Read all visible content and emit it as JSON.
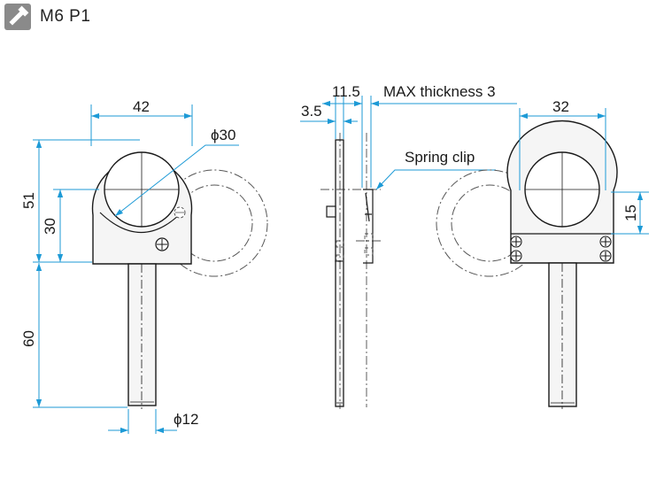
{
  "header": {
    "title": "M6 P1",
    "icon": "screw-icon"
  },
  "colors": {
    "outline": "#1a1a1a",
    "body_fill": "#f5f5f5",
    "hole_fill": "#ffffff",
    "dimension": "#1d9ad6",
    "ghost": "#555555"
  },
  "dimensions": {
    "width_42": "42",
    "bore_diameter": "ϕ30",
    "height_51": "51",
    "height_30": "30",
    "length_60": "60",
    "rod_diameter": "ϕ12",
    "side_11_5": "11.5",
    "max_thickness": "MAX thickness 3",
    "side_3_5": "3.5",
    "spring_clip": "Spring clip",
    "back_width_32": "32",
    "back_height_15": "15"
  }
}
